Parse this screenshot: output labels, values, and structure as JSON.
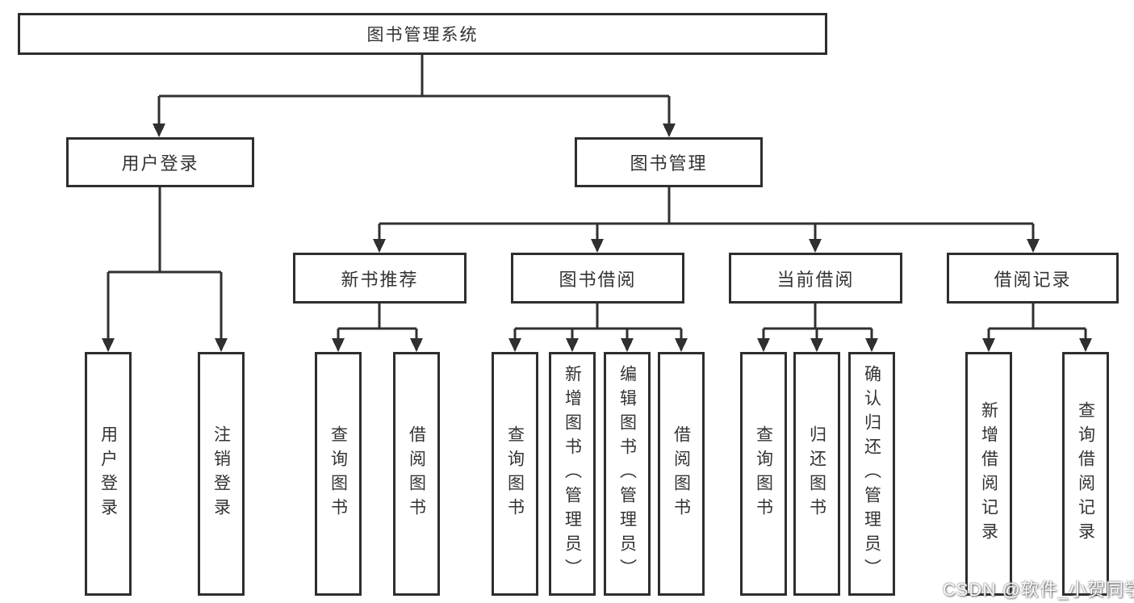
{
  "tree": {
    "root": {
      "label": "图书管理系统"
    },
    "branches": [
      {
        "label": "用户登录",
        "children": [
          {
            "label": "用户登录"
          },
          {
            "label": "注销登录"
          }
        ]
      },
      {
        "label": "图书管理",
        "children": [
          {
            "label": "新书推荐",
            "children": [
              {
                "label": "查询图书"
              },
              {
                "label": "借阅图书"
              }
            ]
          },
          {
            "label": "图书借阅",
            "children": [
              {
                "label": "查询图书"
              },
              {
                "label": "新增图书（管理员）"
              },
              {
                "label": "编辑图书（管理员）"
              },
              {
                "label": "借阅图书"
              }
            ]
          },
          {
            "label": "当前借阅",
            "children": [
              {
                "label": "查询图书"
              },
              {
                "label": "归还图书"
              },
              {
                "label": "确认归还（管理员）"
              }
            ]
          },
          {
            "label": "借阅记录",
            "children": [
              {
                "label": "新增借阅记录"
              },
              {
                "label": "查询借阅记录"
              }
            ]
          }
        ]
      }
    ]
  },
  "watermark": {
    "text": "CSDN @软件_小贺同学"
  },
  "colors": {
    "line": "#303030",
    "box_border": "#2e2e2e",
    "text": "#333333",
    "background": "#ffffff"
  }
}
